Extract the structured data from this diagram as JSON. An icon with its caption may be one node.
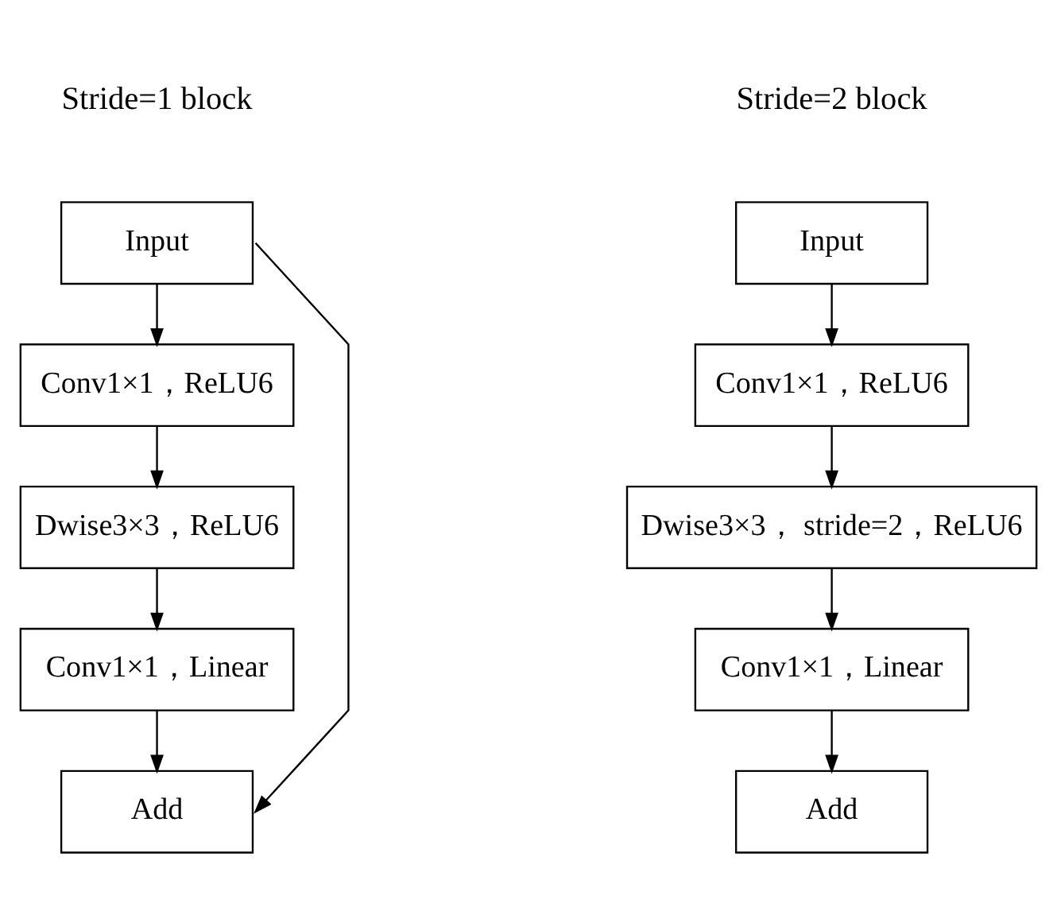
{
  "diagram": {
    "nodes": [
      {
        "text": [
          "Input"
        ]
      },
      {
        "text": [
          "Conv1×1，ReLU6"
        ]
      },
      {
        "text": [
          "Dwise3×3，ReLU6"
        ]
      },
      {
        "text": [
          "Conv1×1，Linear"
        ]
      },
      {
        "text": [
          "Add"
        ]
      },
      {
        "text": [
          "Input"
        ]
      },
      {
        "text": [
          "Conv1×1，ReLU6"
        ]
      },
      {
        "text": [
          "Dwise3×3， stride=2，ReLU6"
        ]
      },
      {
        "text": [
          "Conv1×1，Linear"
        ]
      },
      {
        "text": [
          "Add"
        ]
      }
    ],
    "edges": [
      {
        "from": 0,
        "to": 1,
        "arrow": "to"
      },
      {
        "from": 1,
        "to": 2,
        "arrow": "to"
      },
      {
        "from": 2,
        "to": 3,
        "arrow": "to"
      },
      {
        "from": 3,
        "to": 4,
        "arrow": "to"
      },
      {
        "from": 0,
        "to": 4,
        "arrow": "to"
      },
      {
        "from": 5,
        "to": 6,
        "arrow": "to"
      },
      {
        "from": 6,
        "to": 7,
        "arrow": "to"
      },
      {
        "from": 7,
        "to": 8,
        "arrow": "to"
      },
      {
        "from": 8,
        "to": 9,
        "arrow": "to"
      }
    ],
    "labels": [
      "Stride=1 block",
      "Stride=2 block"
    ]
  }
}
